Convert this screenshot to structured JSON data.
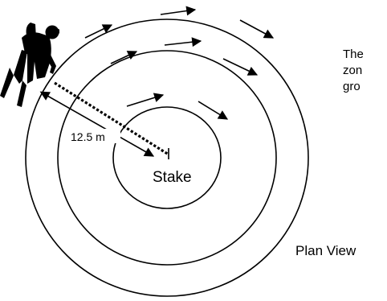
{
  "diagram": {
    "distance_label": "12.5 m",
    "stake_label": "Stake",
    "view_label": "Plan View",
    "side_text_lines": [
      "The",
      "zon",
      "gro"
    ],
    "icons": {
      "diver": "scuba-diver-icon",
      "stake": "stake-marker-icon"
    }
  }
}
